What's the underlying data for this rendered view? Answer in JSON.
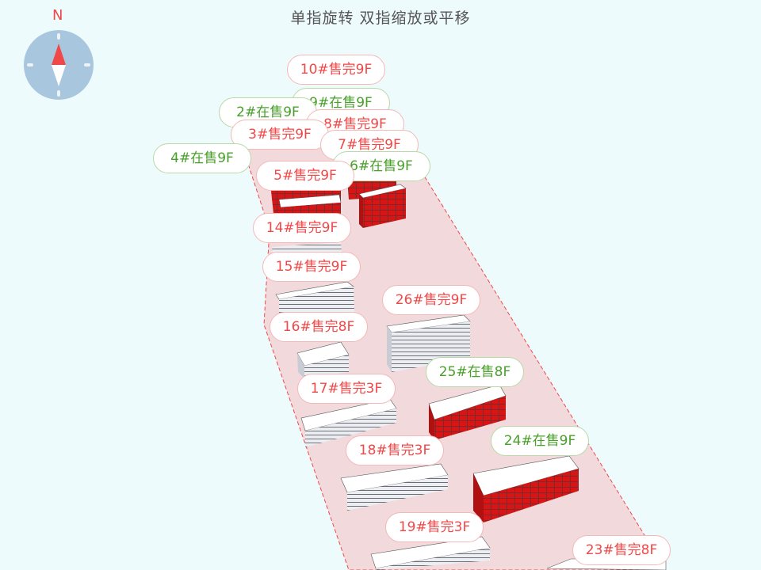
{
  "hint": "单指旋转 双指缩放或平移",
  "compass": {
    "label": "N",
    "icon": "compass-icon"
  },
  "colors": {
    "sold": "#f04848",
    "on_sale": "#48a02a",
    "site": "#f2d9dc",
    "background": "#eefbfd"
  },
  "buildings": [
    {
      "label": "10#售完9F",
      "status": "sold"
    },
    {
      "label": "9#在售9F",
      "status": "sale"
    },
    {
      "label": "2#在售9F",
      "status": "sale"
    },
    {
      "label": "8#售完9F",
      "status": "sold"
    },
    {
      "label": "3#售完9F",
      "status": "sold"
    },
    {
      "label": "7#售完9F",
      "status": "sold"
    },
    {
      "label": "4#在售9F",
      "status": "sale"
    },
    {
      "label": "6#在售9F",
      "status": "sale"
    },
    {
      "label": "5#售完9F",
      "status": "sold"
    },
    {
      "label": "14#售完9F",
      "status": "sold"
    },
    {
      "label": "15#售完9F",
      "status": "sold"
    },
    {
      "label": "26#售完9F",
      "status": "sold"
    },
    {
      "label": "16#售完8F",
      "status": "sold"
    },
    {
      "label": "25#在售8F",
      "status": "sale"
    },
    {
      "label": "17#售完3F",
      "status": "sold"
    },
    {
      "label": "24#在售9F",
      "status": "sale"
    },
    {
      "label": "18#售完3F",
      "status": "sold"
    },
    {
      "label": "19#售完3F",
      "status": "sold"
    },
    {
      "label": "23#售完8F",
      "status": "sold"
    }
  ]
}
